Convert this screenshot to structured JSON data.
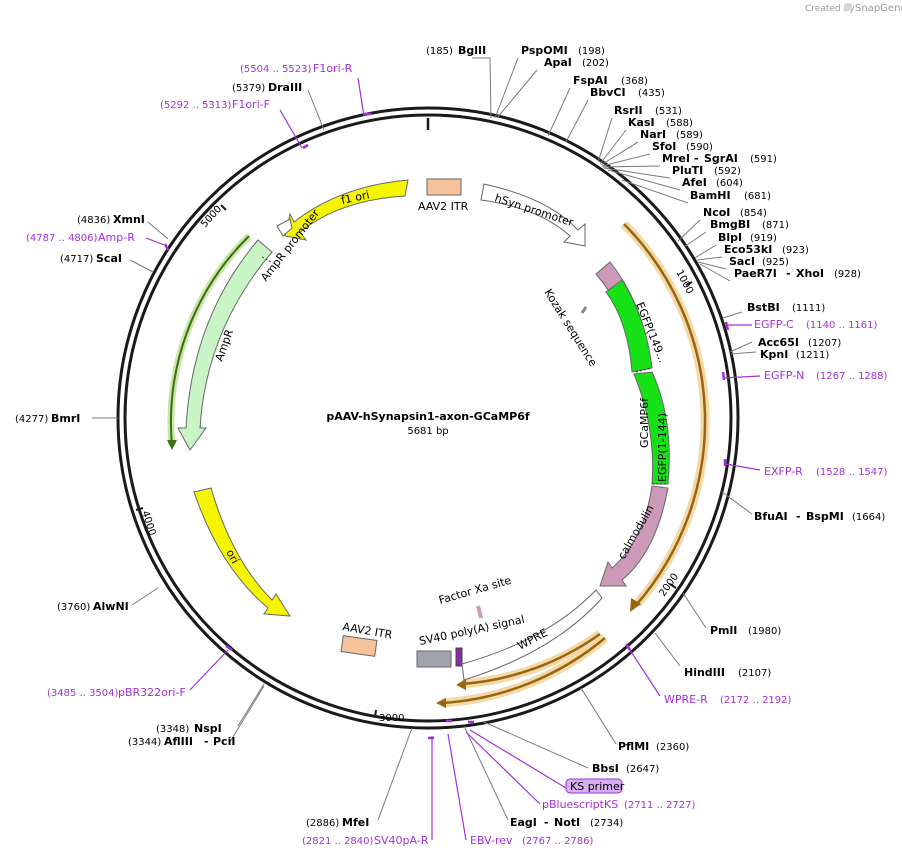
{
  "watermark": {
    "prefix": "Created by",
    "brand": "SnapGene"
  },
  "plasmid": {
    "name": "pAAV-hSynapsin1-axon-GCaMP6f",
    "length": "5681 bp"
  },
  "ticks": [
    "1000",
    "2000",
    "3000",
    "4000",
    "5000"
  ],
  "enzymes": [
    {
      "name": "BglII",
      "pos": "(185)"
    },
    {
      "name": "PspOMI",
      "pos": "(198)"
    },
    {
      "name": "ApaI",
      "pos": "(202)"
    },
    {
      "name": "FspAI",
      "pos": "(368)"
    },
    {
      "name": "BbvCI",
      "pos": "(435)"
    },
    {
      "name": "RsrII",
      "pos": "(531)"
    },
    {
      "name": "KasI",
      "pos": "(588)"
    },
    {
      "name": "NarI",
      "pos": "(589)"
    },
    {
      "name": "SfoI",
      "pos": "(590)"
    },
    {
      "name": "MreI",
      "name2": "SgrAI",
      "pos": "(591)"
    },
    {
      "name": "PluTI",
      "pos": "(592)"
    },
    {
      "name": "AfeI",
      "pos": "(604)"
    },
    {
      "name": "BamHI",
      "pos": "(681)"
    },
    {
      "name": "NcoI",
      "pos": "(854)"
    },
    {
      "name": "BmgBI",
      "pos": "(871)"
    },
    {
      "name": "BlpI",
      "pos": "(919)"
    },
    {
      "name": "Eco53kI",
      "pos": "(923)"
    },
    {
      "name": "SacI",
      "pos": "(925)"
    },
    {
      "name": "PaeR7I",
      "name2": "XhoI",
      "pos": "(928)"
    },
    {
      "name": "BstBI",
      "pos": "(1111)"
    },
    {
      "name": "Acc65I",
      "pos": "(1207)"
    },
    {
      "name": "KpnI",
      "pos": "(1211)"
    },
    {
      "name": "BfuAI",
      "name2": "BspMI",
      "pos": "(1664)"
    },
    {
      "name": "PmlI",
      "pos": "(1980)"
    },
    {
      "name": "HindIII",
      "pos": "(2107)"
    },
    {
      "name": "PflMI",
      "pos": "(2360)"
    },
    {
      "name": "BbsI",
      "pos": "(2647)"
    },
    {
      "name": "EagI",
      "name2": "NotI",
      "pos": "(2734)"
    },
    {
      "name": "MfeI",
      "pos": "(2886)"
    },
    {
      "name": "NspI",
      "pos": "(3348)"
    },
    {
      "name": "AflIII",
      "name2": "PciI",
      "pos": "(3344)"
    },
    {
      "name": "AlwNI",
      "pos": "(3760)"
    },
    {
      "name": "BmrI",
      "pos": "(4277)"
    },
    {
      "name": "ScaI",
      "pos": "(4717)"
    },
    {
      "name": "XmnI",
      "pos": "(4836)"
    },
    {
      "name": "DraIII",
      "pos": "(5379)"
    }
  ],
  "primers": [
    {
      "name": "F1ori-R",
      "range": "(5504 .. 5523)"
    },
    {
      "name": "F1ori-F",
      "range": "(5292 .. 5313)"
    },
    {
      "name": "Amp-R",
      "range": "(4787 .. 4806)"
    },
    {
      "name": "EGFP-C",
      "range": "(1140 .. 1161)"
    },
    {
      "name": "EGFP-N",
      "range": "(1267 .. 1288)"
    },
    {
      "name": "EXFP-R",
      "range": "(1528 .. 1547)"
    },
    {
      "name": "WPRE-R",
      "range": "(2172 .. 2192)"
    },
    {
      "name": "KS primer",
      "range": ""
    },
    {
      "name": "pBluescriptKS",
      "range": "(2711 .. 2727)"
    },
    {
      "name": "EBV-rev",
      "range": "(2767 .. 2786)"
    },
    {
      "name": "SV40pA-R",
      "range": "(2821 .. 2840)"
    },
    {
      "name": "pBR322ori-F",
      "range": "(3485 .. 3504)"
    }
  ],
  "features": {
    "f1_ori": "f1 ori",
    "aav2_itr_top": "AAV2 ITR",
    "hsyn_promoter": "hSyn promoter",
    "ampr_promoter": "AmpR promoter",
    "ampr": "AmpR",
    "kozak": "Kozak sequence",
    "egfp_49": "EGFP(149...",
    "gcamp6f": "GCaMP6f",
    "egfp_1_144": "EGFP(1-144)",
    "calmodulin": "calmodulin",
    "ori": "ori",
    "factor_xa": "Factor Xa site",
    "aav2_itr_bottom": "AAV2 ITR",
    "sv40": "SV40 poly(A) signal",
    "wpre": "WPRE"
  },
  "colors": {
    "backbone": "#1a1a1a",
    "primer": "#a230d8",
    "yellow_feature": "#f5f500",
    "itr": "#f6c39a",
    "ampr": "#c9f5c6",
    "gfp": "#16e016",
    "calmodulin": "#cc9ab8",
    "orf_orange": "#e8a020",
    "sv40_grey": "#a0a4ac"
  }
}
